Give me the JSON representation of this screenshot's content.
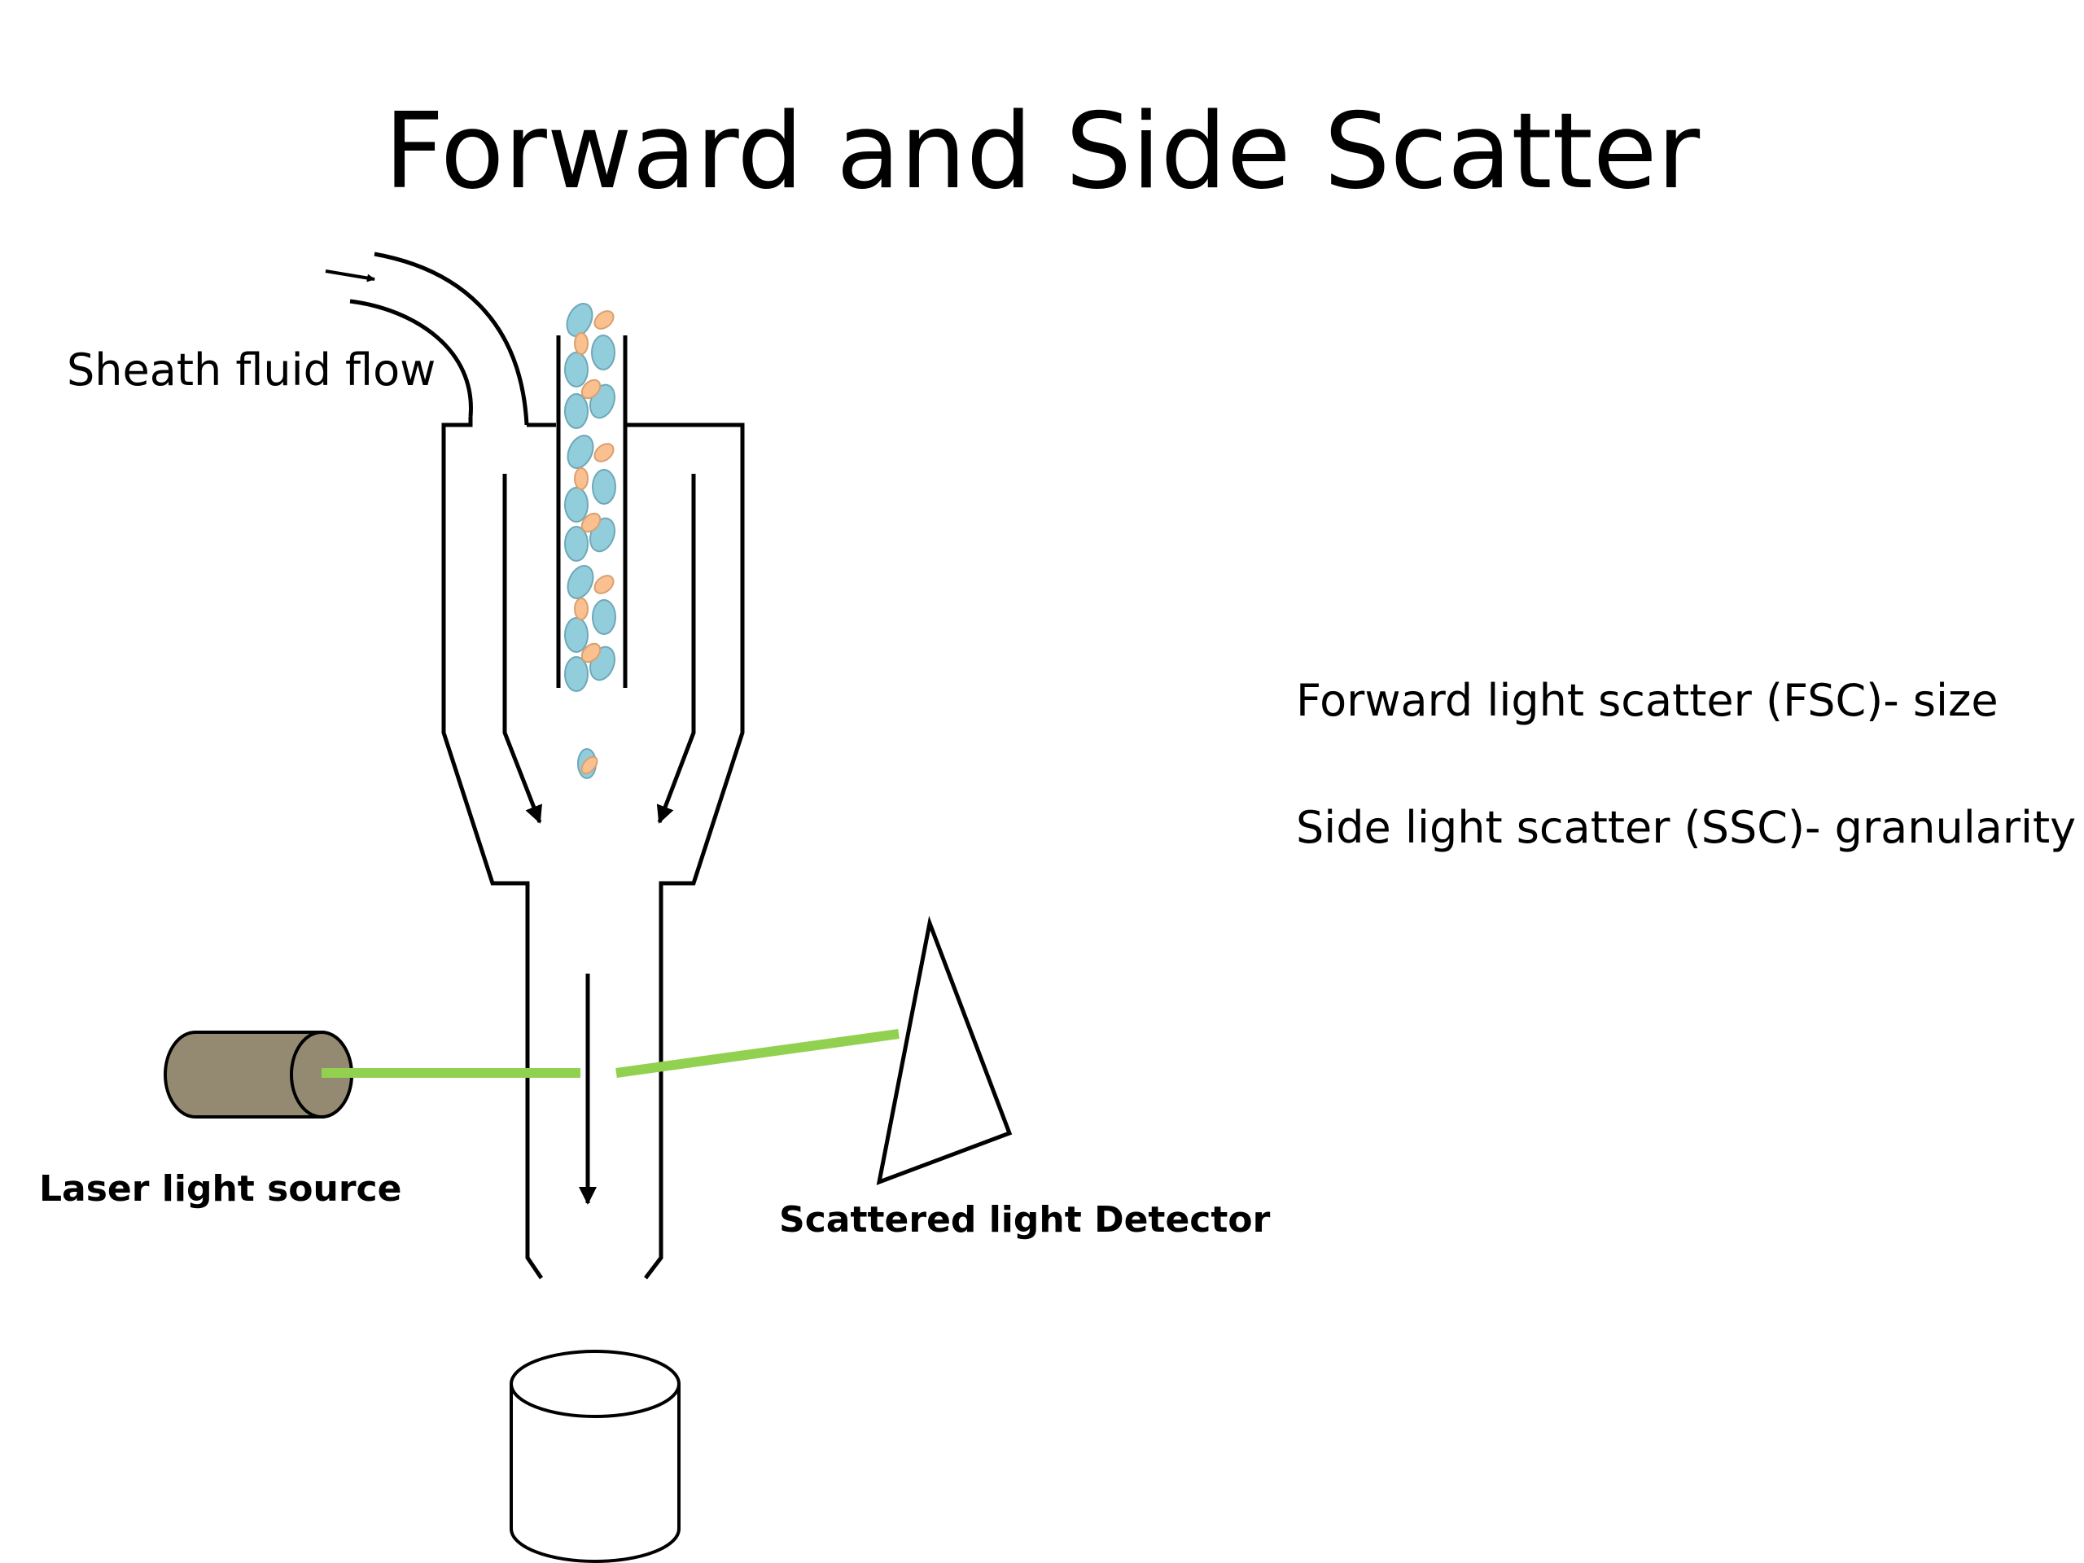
{
  "title": "Forward and Side Scatter",
  "labels": {
    "sheath_fluid_flow": "Sheath fluid flow",
    "laser_light_source": "Laser light source",
    "scattered_light_detector": "Scattered light Detector"
  },
  "info": {
    "fsc": "Forward light scatter (FSC)- size",
    "ssc": "Side light scatter (SSC)- granularity"
  },
  "colors": {
    "laser_beam": "#92d050",
    "cell_large": "#92cddc",
    "cell_small": "#fac090",
    "laser_body": "#948a72",
    "outline": "#000000"
  }
}
